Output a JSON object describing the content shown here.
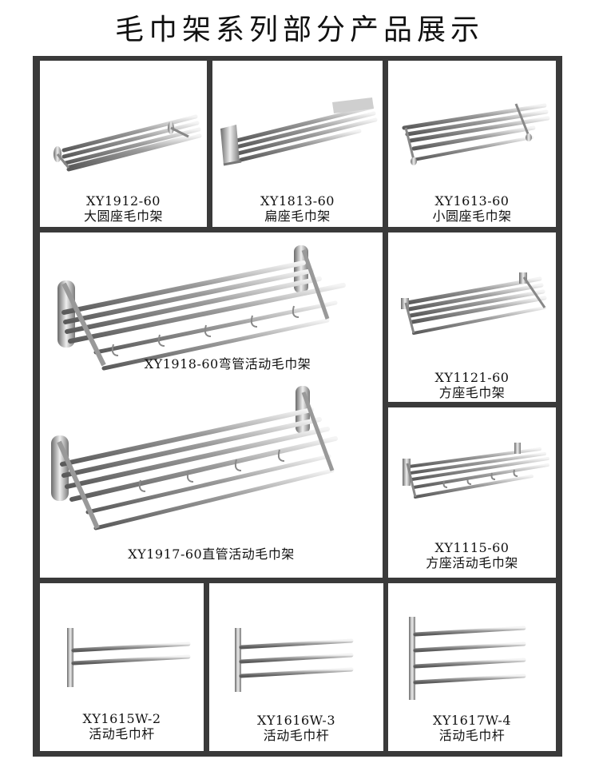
{
  "title": "毛巾架系列部分产品展示",
  "products": [
    {
      "model": "XY1912-60",
      "name": "大圆座毛巾架"
    },
    {
      "model": "XY1813-60",
      "name": "扁座毛巾架"
    },
    {
      "model": "XY1613-60",
      "name": "小圆座毛巾架"
    },
    {
      "label": "XY1918-60弯管活动毛巾架"
    },
    {
      "model": "XY1121-60",
      "name": "方座毛巾架"
    },
    {
      "label": "XY1917-60直管活动毛巾架"
    },
    {
      "model": "XY1115-60",
      "name": "方座活动毛巾架"
    },
    {
      "model": "XY1615W-2",
      "name": "活动毛巾杆"
    },
    {
      "model": "XY1616W-3",
      "name": "活动毛巾杆"
    },
    {
      "model": "XY1617W-4",
      "name": "活动毛巾杆"
    }
  ]
}
